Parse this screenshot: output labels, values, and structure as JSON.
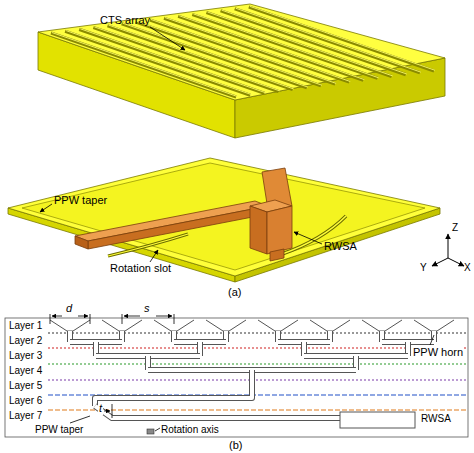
{
  "diagram": {
    "labels": [
      "CTS array",
      "PPW taper",
      "Rotation slot",
      "RWSA",
      "Z",
      "Y",
      "X",
      "(a)",
      "d",
      "s",
      "PPW horn",
      "Layer 1",
      "Layer 2",
      "Layer 3",
      "Layer 4",
      "Layer 5",
      "Layer 6",
      "Layer 7",
      "PPW taper",
      "t",
      "Rotation axis",
      "RWSA",
      "(b)"
    ]
  }
}
